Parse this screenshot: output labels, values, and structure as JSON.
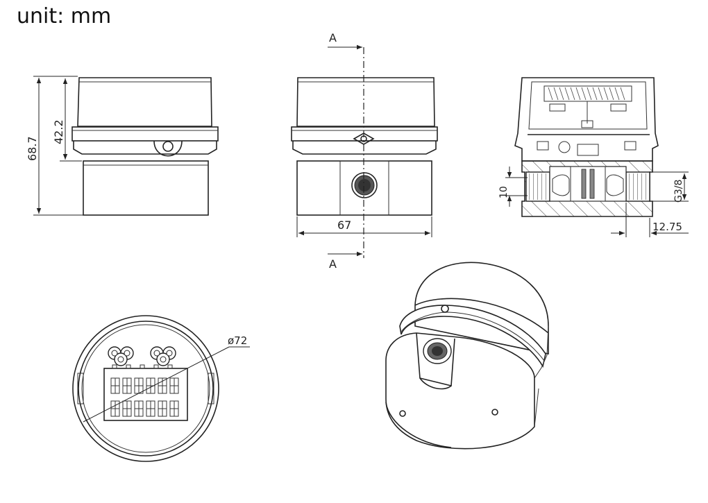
{
  "unit_label": "unit: mm",
  "dimensions": {
    "overall_height": "68.7",
    "top_height": "42.2",
    "width": "67",
    "section_mark": "A",
    "thread_depth": "10",
    "thread_spec": "G3/8",
    "thread_length": "12.75",
    "diameter": "ø72"
  }
}
